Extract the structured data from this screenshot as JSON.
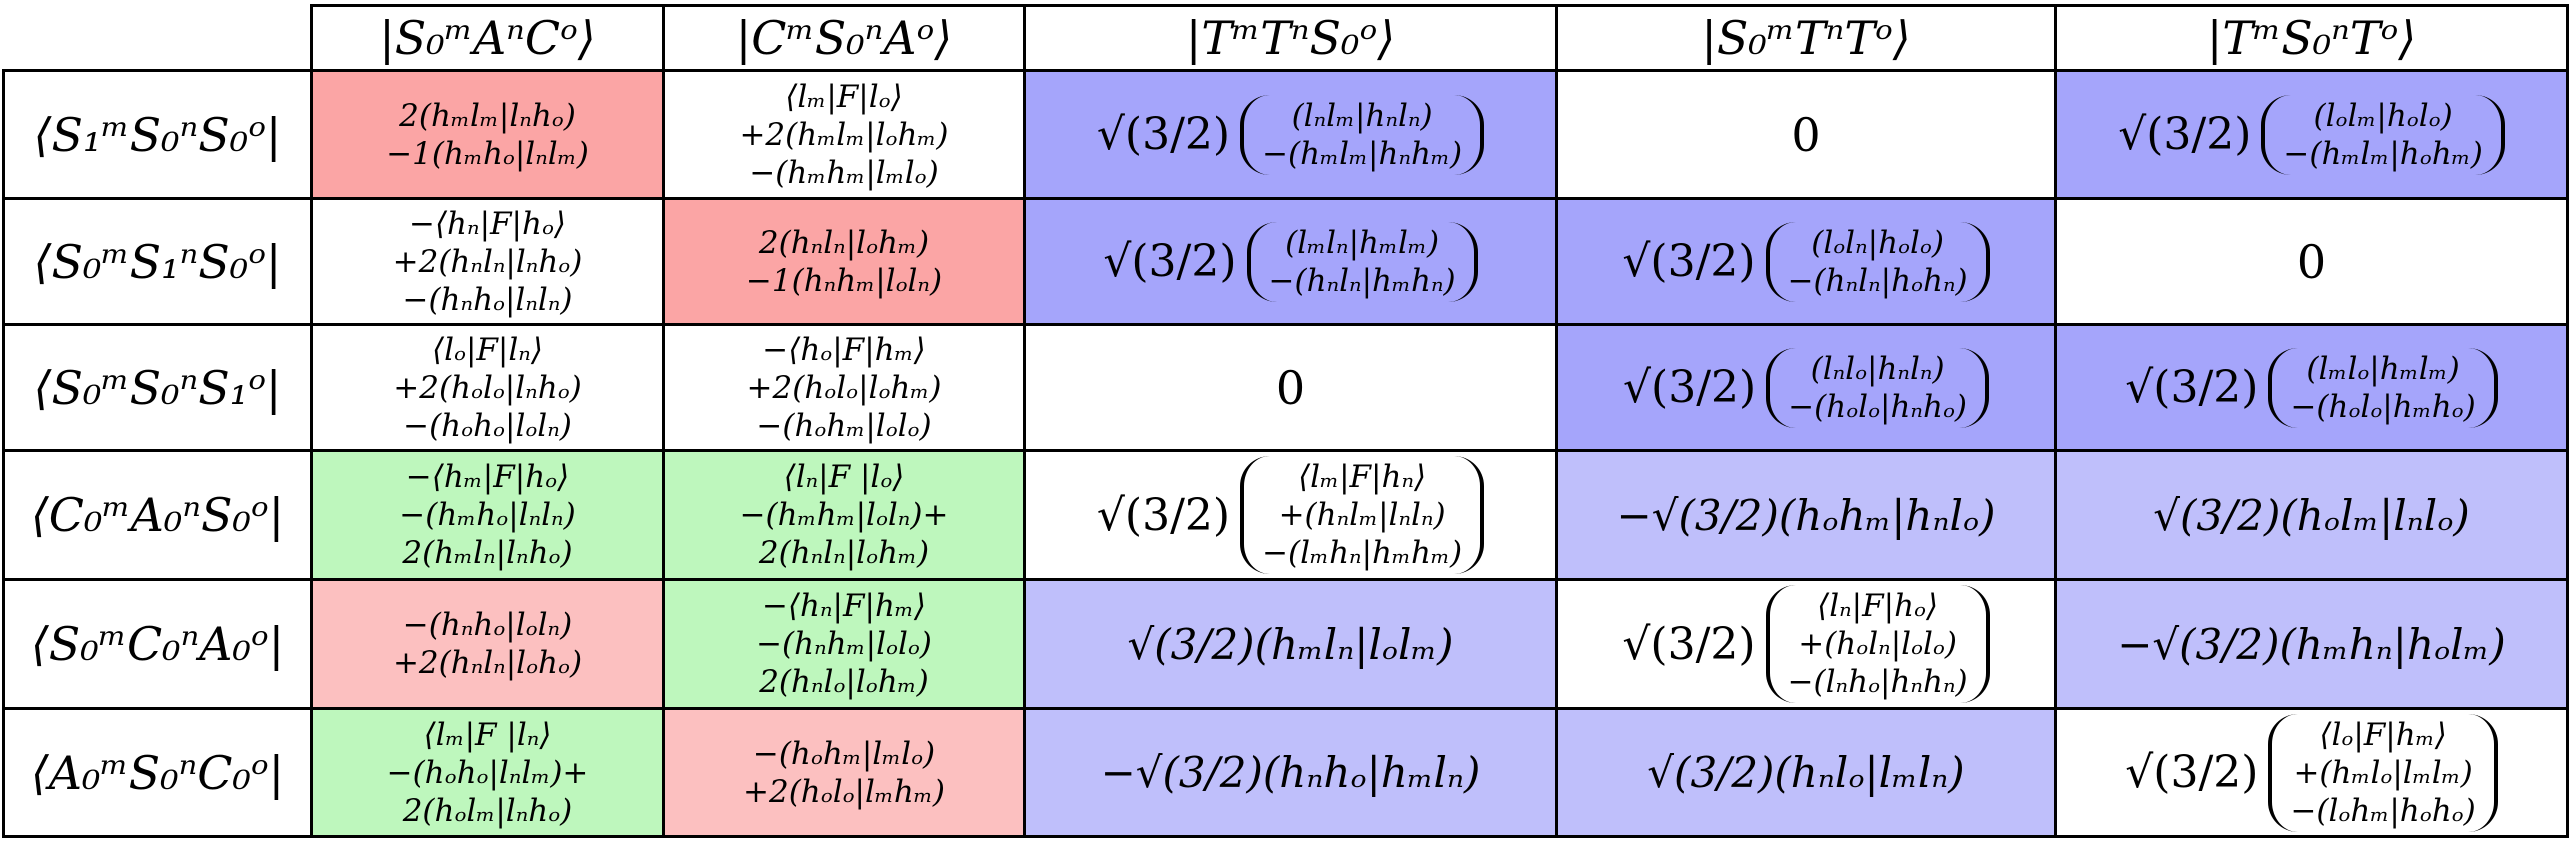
{
  "colors": {
    "red": "#fba5a5",
    "pink": "#fcc0c0",
    "green": "#bef7bd",
    "blue": "#a5a5fb",
    "light_blue": "#bfbffb",
    "white": "#ffffff"
  },
  "columns": [
    "|S₀ᵐAⁿCᵒ⟩",
    "|CᵐS₀ⁿAᵒ⟩",
    "|TᵐTⁿS₀ᵒ⟩",
    "|S₀ᵐTⁿTᵒ⟩",
    "|TᵐS₀ⁿTᵒ⟩"
  ],
  "rows": [
    {
      "label": "⟨S₁ᵐS₀ⁿS₀ᵒ|",
      "cells": [
        {
          "color": "red",
          "lines": [
            "2(hₘlₘ|lₙhₒ)",
            "−1(hₘhₒ|lₙlₘ)"
          ]
        },
        {
          "color": "white",
          "lines": [
            "⟨lₘ|F|lₒ⟩",
            "+2(hₘlₘ|lₒhₘ)",
            "−(hₘhₘ|lₘlₒ)"
          ]
        },
        {
          "color": "blue",
          "prefix": "√(3/2)",
          "paren": true,
          "lines": [
            "(lₙlₘ|hₙlₙ)",
            "−(hₘlₘ|hₙhₘ)"
          ]
        },
        {
          "color": "white",
          "zero": "0"
        },
        {
          "color": "blue",
          "prefix": "√(3/2)",
          "paren": true,
          "lines": [
            "(lₒlₘ|hₒlₒ)",
            "−(hₘlₘ|hₒhₘ)"
          ]
        }
      ]
    },
    {
      "label": "⟨S₀ᵐS₁ⁿS₀ᵒ|",
      "cells": [
        {
          "color": "white",
          "lines": [
            "−⟨hₙ|F|hₒ⟩",
            "+2(hₙlₙ|lₙhₒ)",
            "−(hₙhₒ|lₙlₙ)"
          ]
        },
        {
          "color": "red",
          "lines": [
            "2(hₙlₙ|lₒhₘ)",
            "−1(hₙhₘ|lₒlₙ)"
          ]
        },
        {
          "color": "blue",
          "prefix": "√(3/2)",
          "paren": true,
          "lines": [
            "(lₘlₙ|hₘlₘ)",
            "−(hₙlₙ|hₘhₙ)"
          ]
        },
        {
          "color": "blue",
          "prefix": "√(3/2)",
          "paren": true,
          "lines": [
            "(lₒlₙ|hₒlₒ)",
            "−(hₙlₙ|hₒhₙ)"
          ]
        },
        {
          "color": "white",
          "zero": "0"
        }
      ]
    },
    {
      "label": "⟨S₀ᵐS₀ⁿS₁ᵒ|",
      "cells": [
        {
          "color": "white",
          "lines": [
            "⟨lₒ|F|lₙ⟩",
            "+2(hₒlₒ|lₙhₒ)",
            "−(hₒhₒ|lₒlₙ)"
          ]
        },
        {
          "color": "white",
          "lines": [
            "−⟨hₒ|F|hₘ⟩",
            "+2(hₒlₒ|lₒhₘ)",
            "−(hₒhₘ|lₒlₒ)"
          ]
        },
        {
          "color": "white",
          "zero": "0"
        },
        {
          "color": "blue",
          "prefix": "√(3/2)",
          "paren": true,
          "lines": [
            "(lₙlₒ|hₙlₙ)",
            "−(hₒlₒ|hₙhₒ)"
          ]
        },
        {
          "color": "blue",
          "prefix": "√(3/2)",
          "paren": true,
          "lines": [
            "(lₘlₒ|hₘlₘ)",
            "−(hₒlₒ|hₘhₒ)"
          ]
        }
      ]
    },
    {
      "label": "⟨C₀ᵐA₀ⁿS₀ᵒ|",
      "cells": [
        {
          "color": "green",
          "lines": [
            "−⟨hₘ|F|hₒ⟩",
            "−(hₘhₒ|lₙlₙ)",
            "2(hₘlₙ|lₙhₒ)"
          ]
        },
        {
          "color": "green",
          "lines": [
            "⟨lₙ|F |lₒ⟩",
            "−(hₘhₘ|lₒlₙ)+",
            "2(hₙlₙ|lₒhₘ)"
          ]
        },
        {
          "color": "white",
          "prefix": "√(3/2)",
          "paren": true,
          "lines": [
            "⟨lₘ|F|hₙ⟩",
            "+(hₙlₘ|lₙlₙ)",
            "−(lₘhₙ|hₘhₘ)"
          ]
        },
        {
          "color": "light_blue",
          "single": "−√(3/2)(hₒhₘ|hₙlₒ)"
        },
        {
          "color": "light_blue",
          "single": "√(3/2)(hₒlₘ|lₙlₒ)"
        }
      ]
    },
    {
      "label": "⟨S₀ᵐC₀ⁿA₀ᵒ|",
      "cells": [
        {
          "color": "pink",
          "lines": [
            "−(hₙhₒ|lₒlₙ)",
            "+2(hₙlₙ|lₒhₒ)"
          ]
        },
        {
          "color": "green",
          "lines": [
            "−⟨hₙ|F|hₘ⟩",
            "−(hₙhₘ|lₒlₒ)",
            "2(hₙlₒ|lₒhₘ)"
          ]
        },
        {
          "color": "light_blue",
          "single": "√(3/2)(hₘlₙ|lₒlₘ)"
        },
        {
          "color": "white",
          "prefix": "√(3/2)",
          "paren": true,
          "lines": [
            "⟨lₙ|F|hₒ⟩",
            "+(hₒlₙ|lₒlₒ)",
            "−(lₙhₒ|hₙhₙ)"
          ]
        },
        {
          "color": "light_blue",
          "single": "−√(3/2)(hₘhₙ|hₒlₘ)"
        }
      ]
    },
    {
      "label": "⟨A₀ᵐS₀ⁿC₀ᵒ|",
      "cells": [
        {
          "color": "green",
          "lines": [
            "⟨lₘ|F |lₙ⟩",
            "−(hₒhₒ|lₙlₘ)+",
            "2(hₒlₘ|lₙhₒ)"
          ]
        },
        {
          "color": "pink",
          "lines": [
            "−(hₒhₘ|lₘlₒ)",
            "+2(hₒlₒ|lₘhₘ)"
          ]
        },
        {
          "color": "light_blue",
          "single": "−√(3/2)(hₙhₒ|hₘlₙ)"
        },
        {
          "color": "light_blue",
          "single": "√(3/2)(hₙlₒ|lₘlₙ)"
        },
        {
          "color": "white",
          "prefix": "√(3/2)",
          "paren": true,
          "lines": [
            "⟨lₒ|F|hₘ⟩",
            "+(hₘlₒ|lₘlₘ)",
            "−(lₒhₘ|hₒhₒ)"
          ]
        }
      ]
    }
  ]
}
